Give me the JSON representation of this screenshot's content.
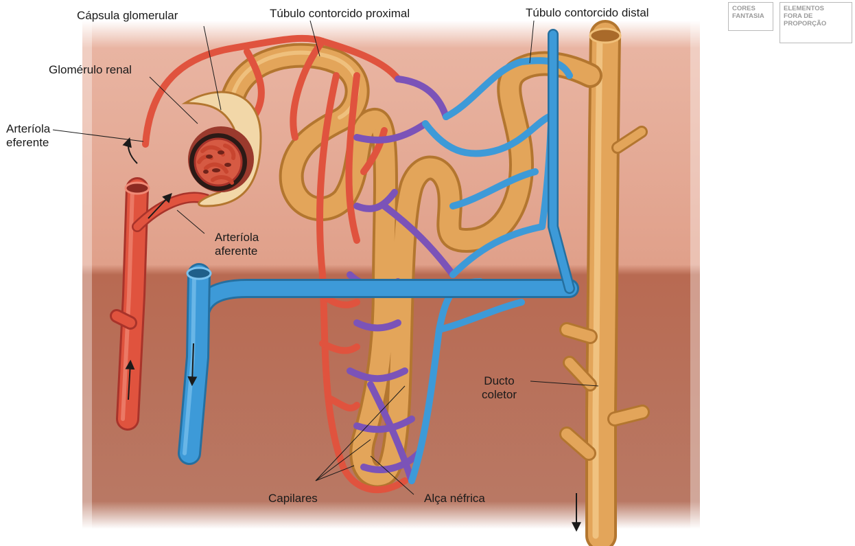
{
  "labels": {
    "capsula_glomerular": "Cápsula glomerular",
    "tubulo_proximal": "Túbulo contorcido proximal",
    "tubulo_distal": "Túbulo contorcido distal",
    "glomerulo_renal": "Glomérulo renal",
    "arteriola_eferente": [
      "Arteríola",
      "eferente"
    ],
    "arteriola_aferente": [
      "Arteríola",
      "aferente"
    ],
    "ducto_coletor": [
      "Ducto",
      "coletor"
    ],
    "capilares": "Capilares",
    "alca_nefrica": "Alça néfrica"
  },
  "badges": {
    "cores_fantasia": [
      "CORES",
      "FANTASIA"
    ],
    "elementos_fora": [
      "ELEMENTOS",
      "FORA DE",
      "PROPORÇÃO"
    ]
  },
  "colors": {
    "tissue_light": "#e0a08a",
    "tissue_dark": "#b86a52",
    "artery": "#e0533e",
    "vein": "#3d9ad8",
    "capillary_mix": "#7b53b8",
    "tubule": "#e3a55a",
    "glomerulus": "#c8452f"
  }
}
